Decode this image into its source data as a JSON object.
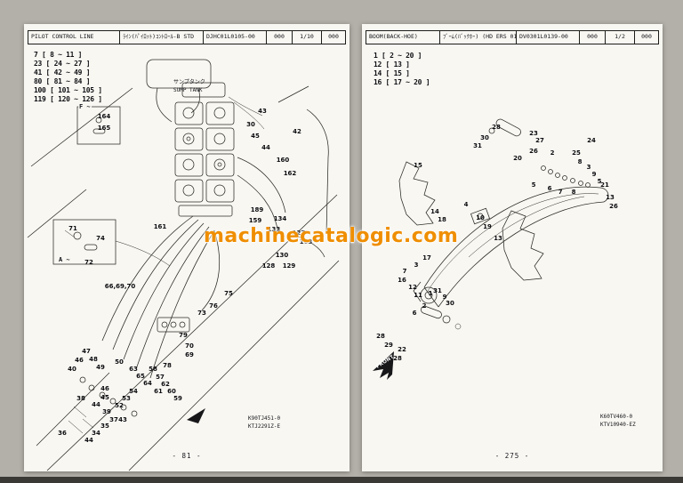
{
  "watermark": {
    "text": "machinecatalogic.com",
    "color": "#ef8e00"
  },
  "left_page": {
    "header": {
      "title": "PILOT CONTROL LINE",
      "subtitle": "ﾗｲﾝ(ﾊﾟｲﾛｯﾄ)ｺﾝﾄﾛｰﾙ-B STD",
      "doc_no": "DJHC01L0105-00",
      "rev": "000",
      "sheet": "1/10",
      "code": "000"
    },
    "ref_list": [
      "7 [ 8 ~ 11 ]",
      "23 [ 24 ~ 27 ]",
      "41 [ 42 ~ 49 ]",
      "80 [ 81 ~ 84 ]",
      "100 [ 101 ~ 105 ]",
      "119 [ 120 ~ 126 ]"
    ],
    "labels": {
      "tank_jp": "サンプタンク",
      "tank_en": "SUMP TANK",
      "f_ref": "F ~",
      "a_ref": "A ~"
    },
    "drawing_code": "K90TJ451-0",
    "sheet_code": "KTJ2291Z-E",
    "page_number": "- 81 -",
    "callouts": [
      [
        "164",
        90,
        104
      ],
      [
        "165",
        90,
        117
      ],
      [
        "43",
        268,
        98
      ],
      [
        "30",
        255,
        113
      ],
      [
        "45",
        260,
        126
      ],
      [
        "42",
        307,
        121
      ],
      [
        "44",
        272,
        139
      ],
      [
        "160",
        291,
        153
      ],
      [
        "162",
        299,
        168
      ],
      [
        "189",
        262,
        209
      ],
      [
        "159",
        260,
        221
      ],
      [
        "134",
        288,
        219
      ],
      [
        "133",
        281,
        231
      ],
      [
        "127",
        309,
        235
      ],
      [
        "163",
        317,
        245
      ],
      [
        "130",
        290,
        260
      ],
      [
        "128",
        275,
        272
      ],
      [
        "129",
        298,
        272
      ],
      [
        "161",
        153,
        228
      ],
      [
        "71",
        55,
        230
      ],
      [
        "74",
        86,
        241
      ],
      [
        "72",
        73,
        268
      ],
      [
        "66,69,70",
        108,
        295
      ],
      [
        "73",
        200,
        325
      ],
      [
        "75",
        230,
        303
      ],
      [
        "76",
        213,
        317
      ],
      [
        "79",
        179,
        350
      ],
      [
        "70",
        186,
        362
      ],
      [
        "69",
        186,
        372
      ],
      [
        "78",
        161,
        384
      ],
      [
        "58",
        145,
        388
      ],
      [
        "57",
        153,
        397
      ],
      [
        "62",
        159,
        405
      ],
      [
        "61",
        151,
        413
      ],
      [
        "60",
        166,
        413
      ],
      [
        "59",
        173,
        421
      ],
      [
        "47",
        70,
        368
      ],
      [
        "48",
        78,
        377
      ],
      [
        "49",
        86,
        386
      ],
      [
        "46",
        62,
        378
      ],
      [
        "40",
        54,
        388
      ],
      [
        "50",
        107,
        380
      ],
      [
        "63",
        123,
        388
      ],
      [
        "65",
        131,
        396
      ],
      [
        "64",
        139,
        404
      ],
      [
        "54",
        123,
        413
      ],
      [
        "53",
        115,
        421
      ],
      [
        "52",
        107,
        429
      ],
      [
        "46",
        91,
        410
      ],
      [
        "45",
        91,
        420
      ],
      [
        "38",
        64,
        421
      ],
      [
        "44",
        81,
        428
      ],
      [
        "39",
        93,
        436
      ],
      [
        "37",
        101,
        445
      ],
      [
        "43",
        111,
        445
      ],
      [
        "35",
        91,
        452
      ],
      [
        "34",
        81,
        460
      ],
      [
        "36",
        43,
        460
      ],
      [
        "44",
        73,
        468
      ]
    ]
  },
  "right_page": {
    "header": {
      "title": "BOOM(BACK-HOE)",
      "subtitle": "ﾌﾞｰﾑ(ﾊﾞｯｸﾎｰ) (HD ERS 01 PL)",
      "doc_no": "DV0301L0139-00",
      "rev": "000",
      "sheet": "1/2",
      "code": "000"
    },
    "ref_list": [
      "1 [ 2 ~ 20 ]",
      "12 [ 13 ]",
      "14 [ 15 ]",
      "16 [ 17 ~ 20 ]"
    ],
    "labels": {
      "front": "FRONT"
    },
    "drawing_code": "K60TV460-0",
    "sheet_code": "KTV10940-EZ",
    "page_number": "- 275 -",
    "callouts": [
      [
        "30",
        138,
        128
      ],
      [
        "31",
        130,
        137
      ],
      [
        "28",
        151,
        116
      ],
      [
        "23",
        193,
        123
      ],
      [
        "27",
        200,
        131
      ],
      [
        "26",
        193,
        143
      ],
      [
        "20",
        175,
        151
      ],
      [
        "2",
        214,
        145
      ],
      [
        "24",
        258,
        131
      ],
      [
        "25",
        241,
        145
      ],
      [
        "8",
        245,
        155
      ],
      [
        "3",
        255,
        161
      ],
      [
        "9",
        261,
        169
      ],
      [
        "5",
        267,
        177
      ],
      [
        "15",
        63,
        159
      ],
      [
        "14",
        82,
        211
      ],
      [
        "18",
        90,
        220
      ],
      [
        "4",
        117,
        203
      ],
      [
        "10",
        133,
        218
      ],
      [
        "19",
        141,
        228
      ],
      [
        "13",
        153,
        241
      ],
      [
        "5",
        193,
        181
      ],
      [
        "6",
        211,
        185
      ],
      [
        "7",
        223,
        189
      ],
      [
        "8",
        238,
        189
      ],
      [
        "21",
        273,
        181
      ],
      [
        "13",
        279,
        195
      ],
      [
        "26",
        283,
        205
      ],
      [
        "17",
        73,
        263
      ],
      [
        "3",
        61,
        271
      ],
      [
        "7",
        48,
        278
      ],
      [
        "16",
        45,
        288
      ],
      [
        "12",
        57,
        296
      ],
      [
        "11",
        63,
        305
      ],
      [
        "1",
        77,
        303
      ],
      [
        "31",
        85,
        300
      ],
      [
        "9",
        93,
        307
      ],
      [
        "30",
        99,
        314
      ],
      [
        "2",
        70,
        317
      ],
      [
        "6",
        59,
        325
      ],
      [
        "28",
        21,
        351
      ],
      [
        "29",
        30,
        361
      ],
      [
        "22",
        45,
        366
      ],
      [
        "28",
        40,
        376
      ]
    ]
  }
}
